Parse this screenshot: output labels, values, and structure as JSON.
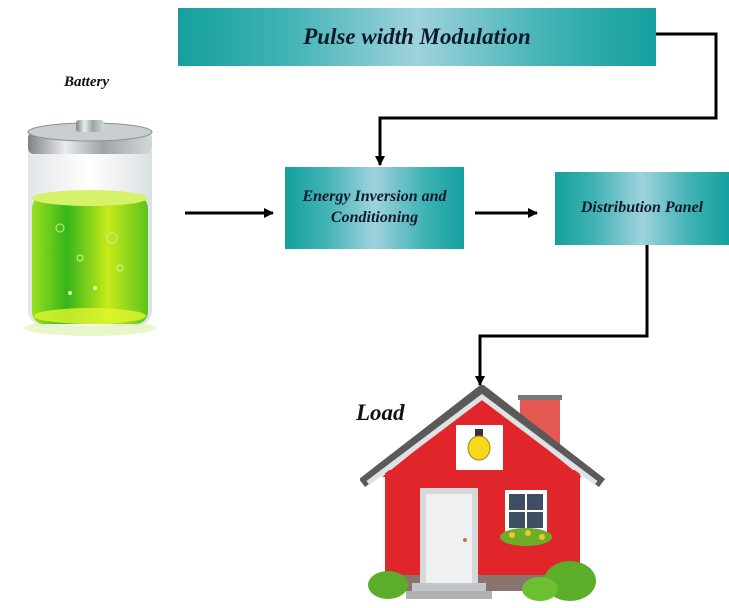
{
  "diagram": {
    "blocks": {
      "pwm": "Pulse width Modulation",
      "inversion": "Energy Inversion and Conditioning",
      "distribution": "Distribution Panel"
    },
    "labels": {
      "battery": "Battery",
      "load": "Load"
    },
    "edges": [
      {
        "from": "pwm",
        "to": "inversion"
      },
      {
        "from": "battery",
        "to": "inversion"
      },
      {
        "from": "inversion",
        "to": "distribution"
      },
      {
        "from": "distribution",
        "to": "load"
      }
    ],
    "colors": {
      "block_edge": "#14a09e",
      "block_center": "#9fd2dd",
      "arrow": "#000000",
      "battery_fill": "#7ed320",
      "house_wall": "#e0262a"
    },
    "icons": [
      "battery-icon",
      "house-icon",
      "light-bulb-icon"
    ]
  }
}
